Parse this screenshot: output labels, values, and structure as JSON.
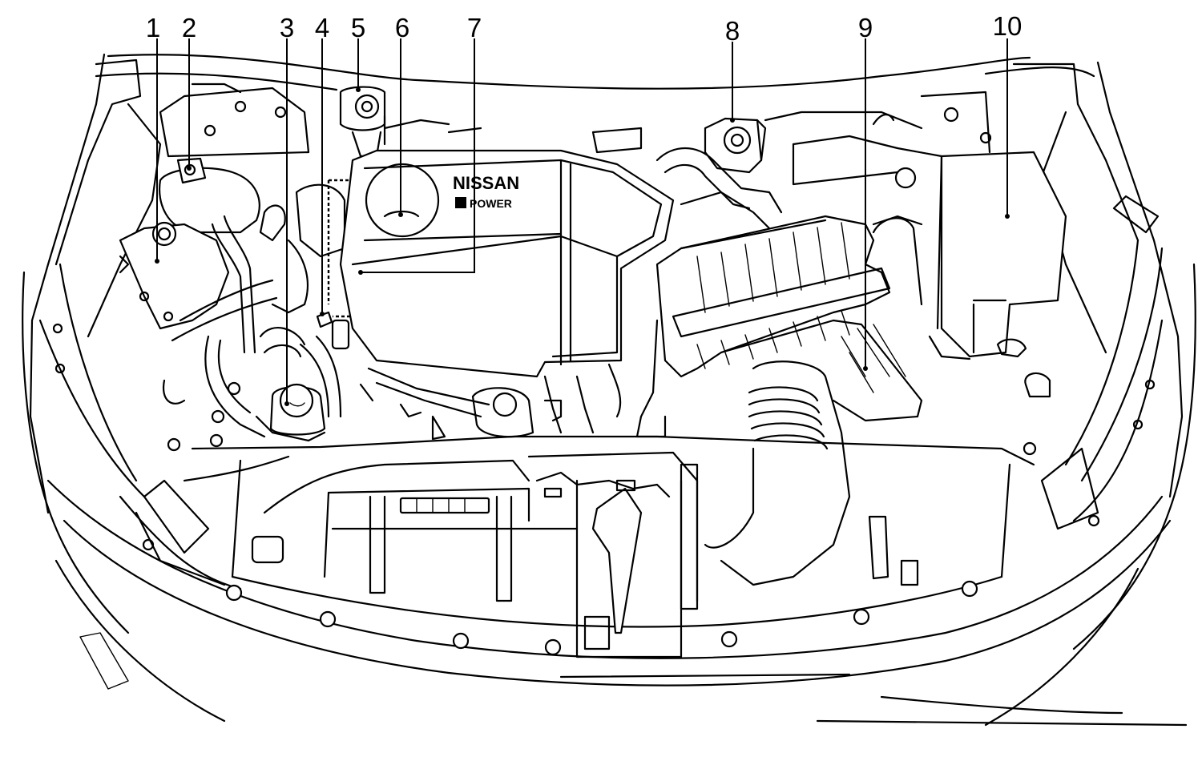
{
  "callouts": [
    {
      "id": "1",
      "label": "1"
    },
    {
      "id": "2",
      "label": "2"
    },
    {
      "id": "3",
      "label": "3"
    },
    {
      "id": "4",
      "label": "4"
    },
    {
      "id": "5",
      "label": "5"
    },
    {
      "id": "6",
      "label": "6"
    },
    {
      "id": "7",
      "label": "7"
    },
    {
      "id": "8",
      "label": "8"
    },
    {
      "id": "9",
      "label": "9"
    },
    {
      "id": "10",
      "label": "10"
    }
  ],
  "engine_cover": {
    "brand_line1": "NISSAN",
    "brand_line2": "POWER"
  }
}
